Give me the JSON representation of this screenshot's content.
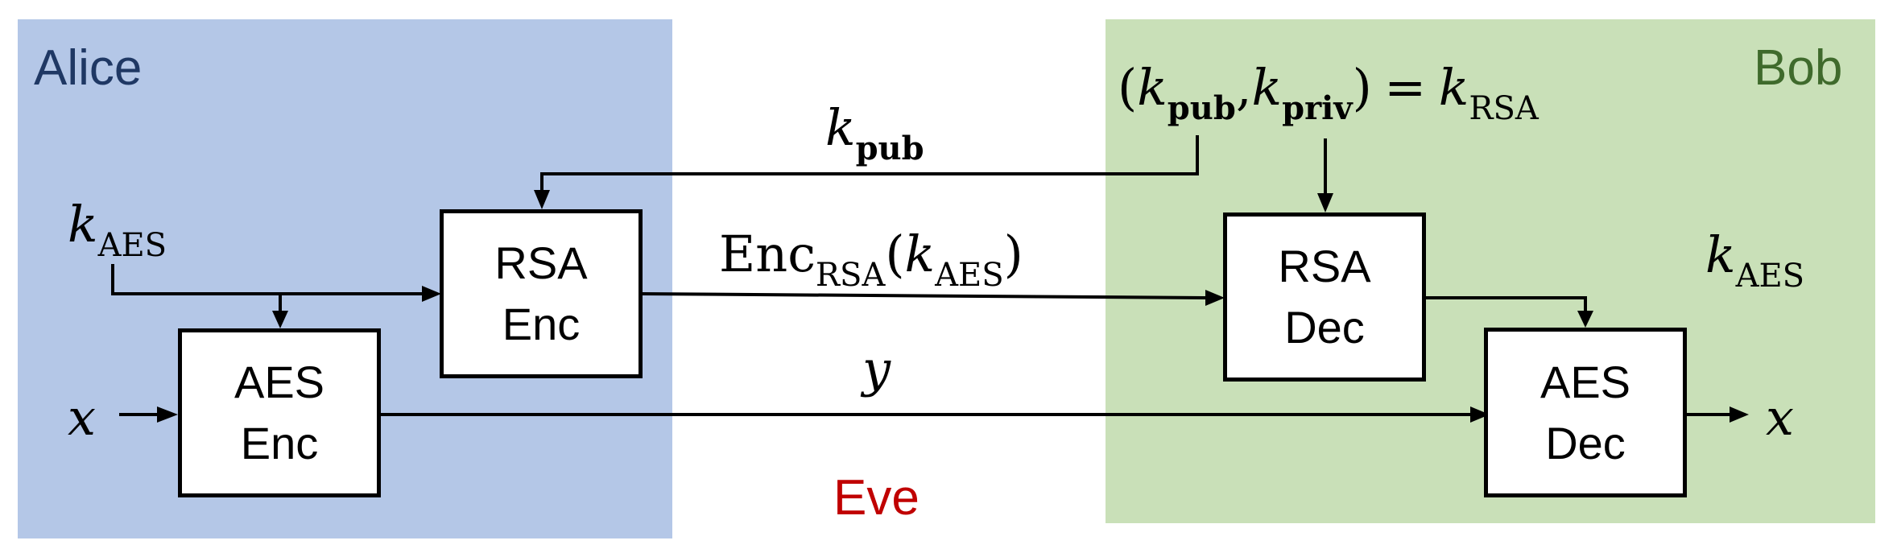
{
  "regions": {
    "alice": {
      "label": "Alice",
      "fill": "#b4c7e7",
      "text_color": "#1f3864"
    },
    "bob": {
      "label": "Bob",
      "fill": "#c9e0b8",
      "text_color": "#3f6a2c"
    },
    "eve": {
      "label": "Eve",
      "text_color": "#c00000"
    }
  },
  "blocks": {
    "rsa_enc": {
      "line1": "RSA",
      "line2": "Enc"
    },
    "aes_enc": {
      "line1": "AES",
      "line2": "Enc"
    },
    "rsa_dec": {
      "line1": "RSA",
      "line2": "Dec"
    },
    "aes_dec": {
      "line1": "AES",
      "line2": "Dec"
    }
  },
  "labels": {
    "k_pub": {
      "var": "k",
      "sub": "pub"
    },
    "k_aes_left": {
      "var": "k",
      "sub": "AES"
    },
    "k_aes_right": {
      "var": "k",
      "sub": "AES"
    },
    "enc_rsa": {
      "fn": "Enc",
      "sub": "RSA",
      "open": "(",
      "var": "k",
      "arg_sub": "AES",
      "close": ")"
    },
    "y": {
      "var": "y"
    },
    "x_in": {
      "var": "x"
    },
    "x_out": {
      "var": "x"
    },
    "keypair": {
      "open": "(",
      "var1": "k",
      "sub1": "pub",
      "comma": ",",
      "var2": "k",
      "sub2": "priv",
      "close": ")",
      "eq": "=",
      "var3": "k",
      "sub3": "RSA"
    }
  }
}
